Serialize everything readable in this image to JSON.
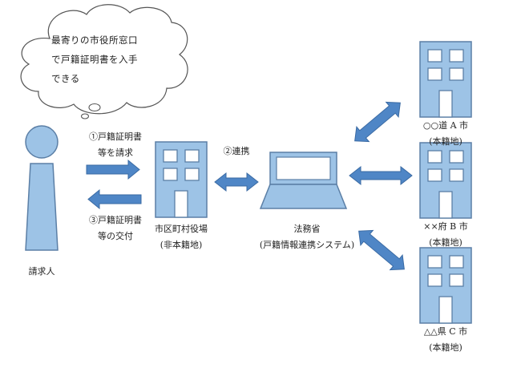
{
  "thought_bubble": {
    "lines": [
      "最寄りの市役所窓口",
      "で戸籍証明書を入手",
      "できる"
    ]
  },
  "requester": {
    "label": "請求人"
  },
  "steps": {
    "request": {
      "line1": "①戸籍証明書",
      "line2": "等を請求"
    },
    "link": {
      "label": "②連携"
    },
    "delivery": {
      "line1": "③戸籍証明書",
      "line2": "等の交付"
    }
  },
  "city_office": {
    "line1": "市区町村役場",
    "line2": "(非本籍地)"
  },
  "ministry": {
    "line1": "法務省",
    "line2": "(戸籍情報連携システム)"
  },
  "registries": [
    {
      "line1": "○○道 A 市",
      "line2": "(本籍地)"
    },
    {
      "line1": "××府 B 市",
      "line2": "(本籍地)"
    },
    {
      "line1": "△△県 C 市",
      "line2": "(本籍地)"
    }
  ],
  "colors": {
    "fill": "#9dc3e6",
    "stroke": "#5b7fa6",
    "arrow": "#4f86c6",
    "arrow_stroke": "#3a6aa3"
  }
}
